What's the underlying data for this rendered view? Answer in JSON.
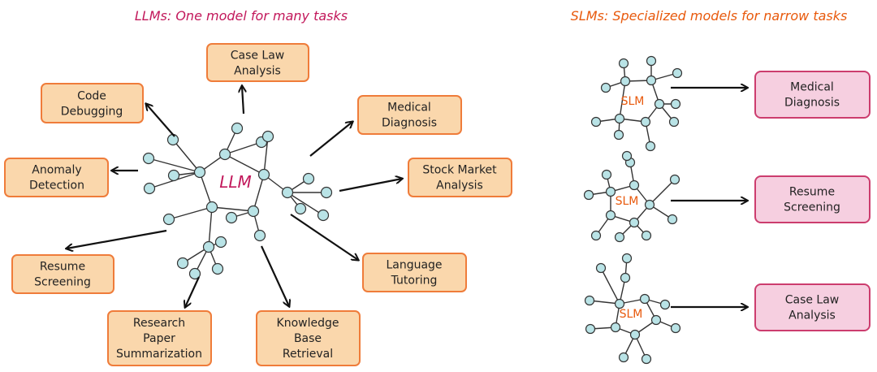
{
  "titles": {
    "llm": "LLMs: One model for many tasks",
    "slm": "SLMs: Specialized models for narrow tasks"
  },
  "llm_label": "LLM",
  "slm_label": "SLM",
  "llm_tasks": [
    "Case Law\nAnalysis",
    "Code\nDebugging",
    "Medical\nDiagnosis",
    "Anomaly\nDetection",
    "Stock Market\nAnalysis",
    "Resume\nScreening",
    "Language\nTutoring",
    "Research\nPaper\nSummarization",
    "Knowledge\nBase\nRetrieval"
  ],
  "slm_tasks": [
    "Medical\nDiagnosis",
    "Resume\nScreening",
    "Case Law\nAnalysis"
  ],
  "colors": {
    "llm_title": "#c2185b",
    "slm_title": "#e8590c",
    "llm_text": "#c2185b",
    "slm_text": "#e8590c",
    "orange_fill": "#fad7ac",
    "orange_stroke": "#ef7c3a",
    "pink_fill": "#f6cfe0",
    "pink_stroke": "#cc3d6e",
    "node_fill": "#b9e3e6"
  }
}
